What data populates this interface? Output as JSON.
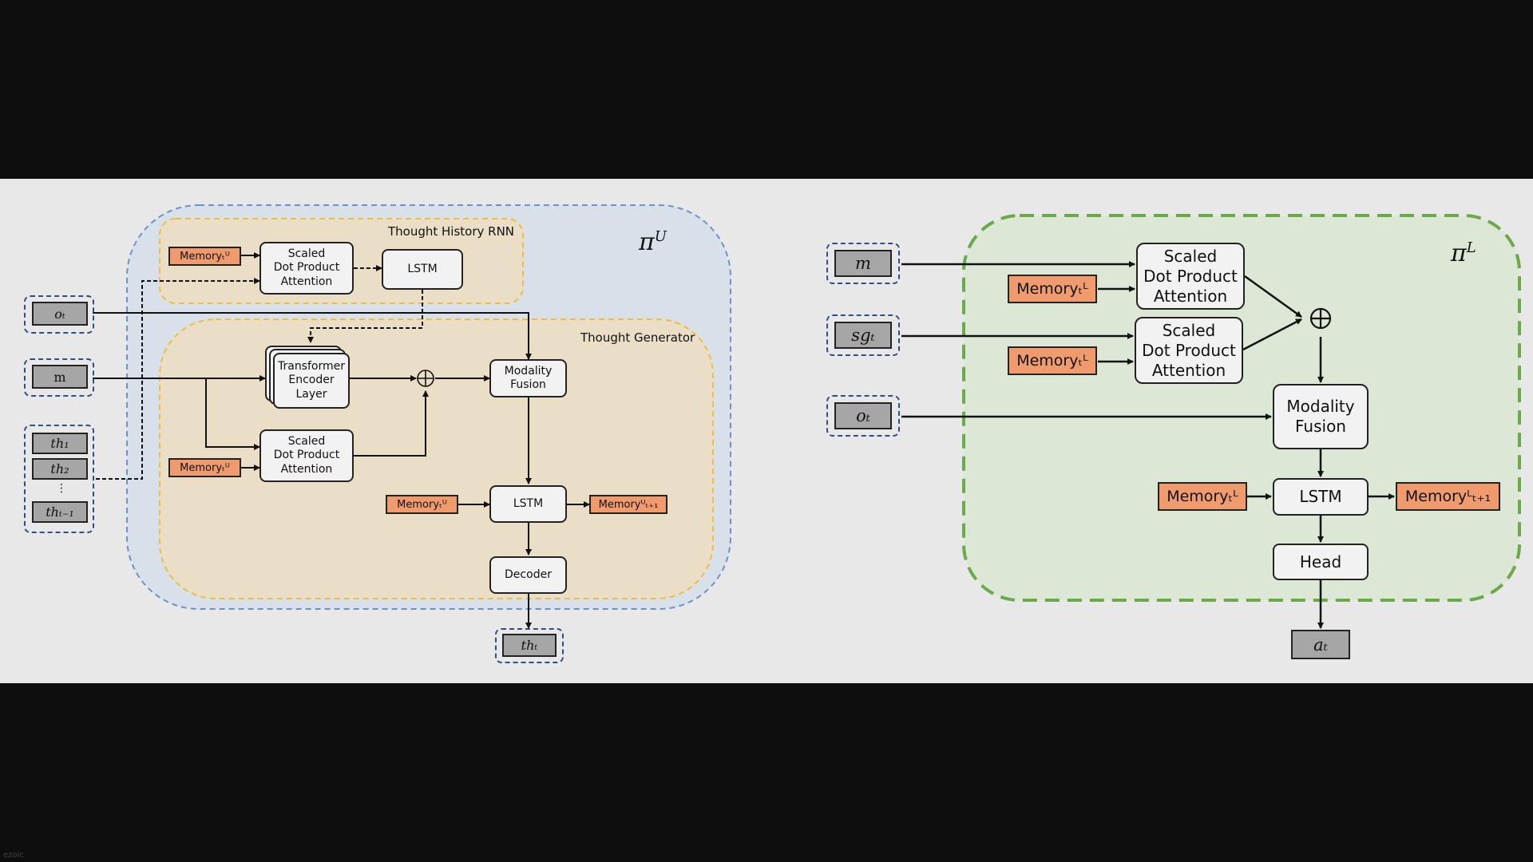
{
  "left": {
    "policy_base": "π",
    "policy_sup": "U",
    "thought_history_title": "Thought History RNN",
    "thought_generator_title": "Thought Generator",
    "memory_t": "Memoryₜᵁ",
    "memory_next": "Memoryᵁₜ₊₁",
    "sdpa": "Scaled\nDot Product\nAttention",
    "lstm": "LSTM",
    "transformer": "Transformer\nEncoder\nLayer",
    "modality_fusion": "Modality\nFusion",
    "decoder": "Decoder",
    "in_o": "oₜ",
    "in_m": "m",
    "in_th1": "th₁",
    "in_th2": "th₂",
    "in_dots": "⋮",
    "in_thtm1": "thₜ₋₁",
    "out_th": "thₜ"
  },
  "right": {
    "policy_base": "π",
    "policy_sup": "L",
    "memory_t": "Memoryₜᴸ",
    "memory_next": "Memoryᴸₜ₊₁",
    "sdpa": "Scaled\nDot Product\nAttention",
    "modality_fusion": "Modality\nFusion",
    "lstm": "LSTM",
    "head": "Head",
    "in_m": "m",
    "in_sg": "sgₜ",
    "in_o": "oₜ",
    "out_a": "aₜ"
  },
  "oplus": "⊕",
  "watermark": "ezoic",
  "colors": {
    "blue_region": "#d8e1ea",
    "blue_border": "#6b93c9",
    "orange_region": "#eadfc6",
    "orange_border": "#f0be3c",
    "green_region": "#dce7d6",
    "green_border": "#6aaa48",
    "memory": "#ef9b6d",
    "input": "#a6a6a6"
  }
}
